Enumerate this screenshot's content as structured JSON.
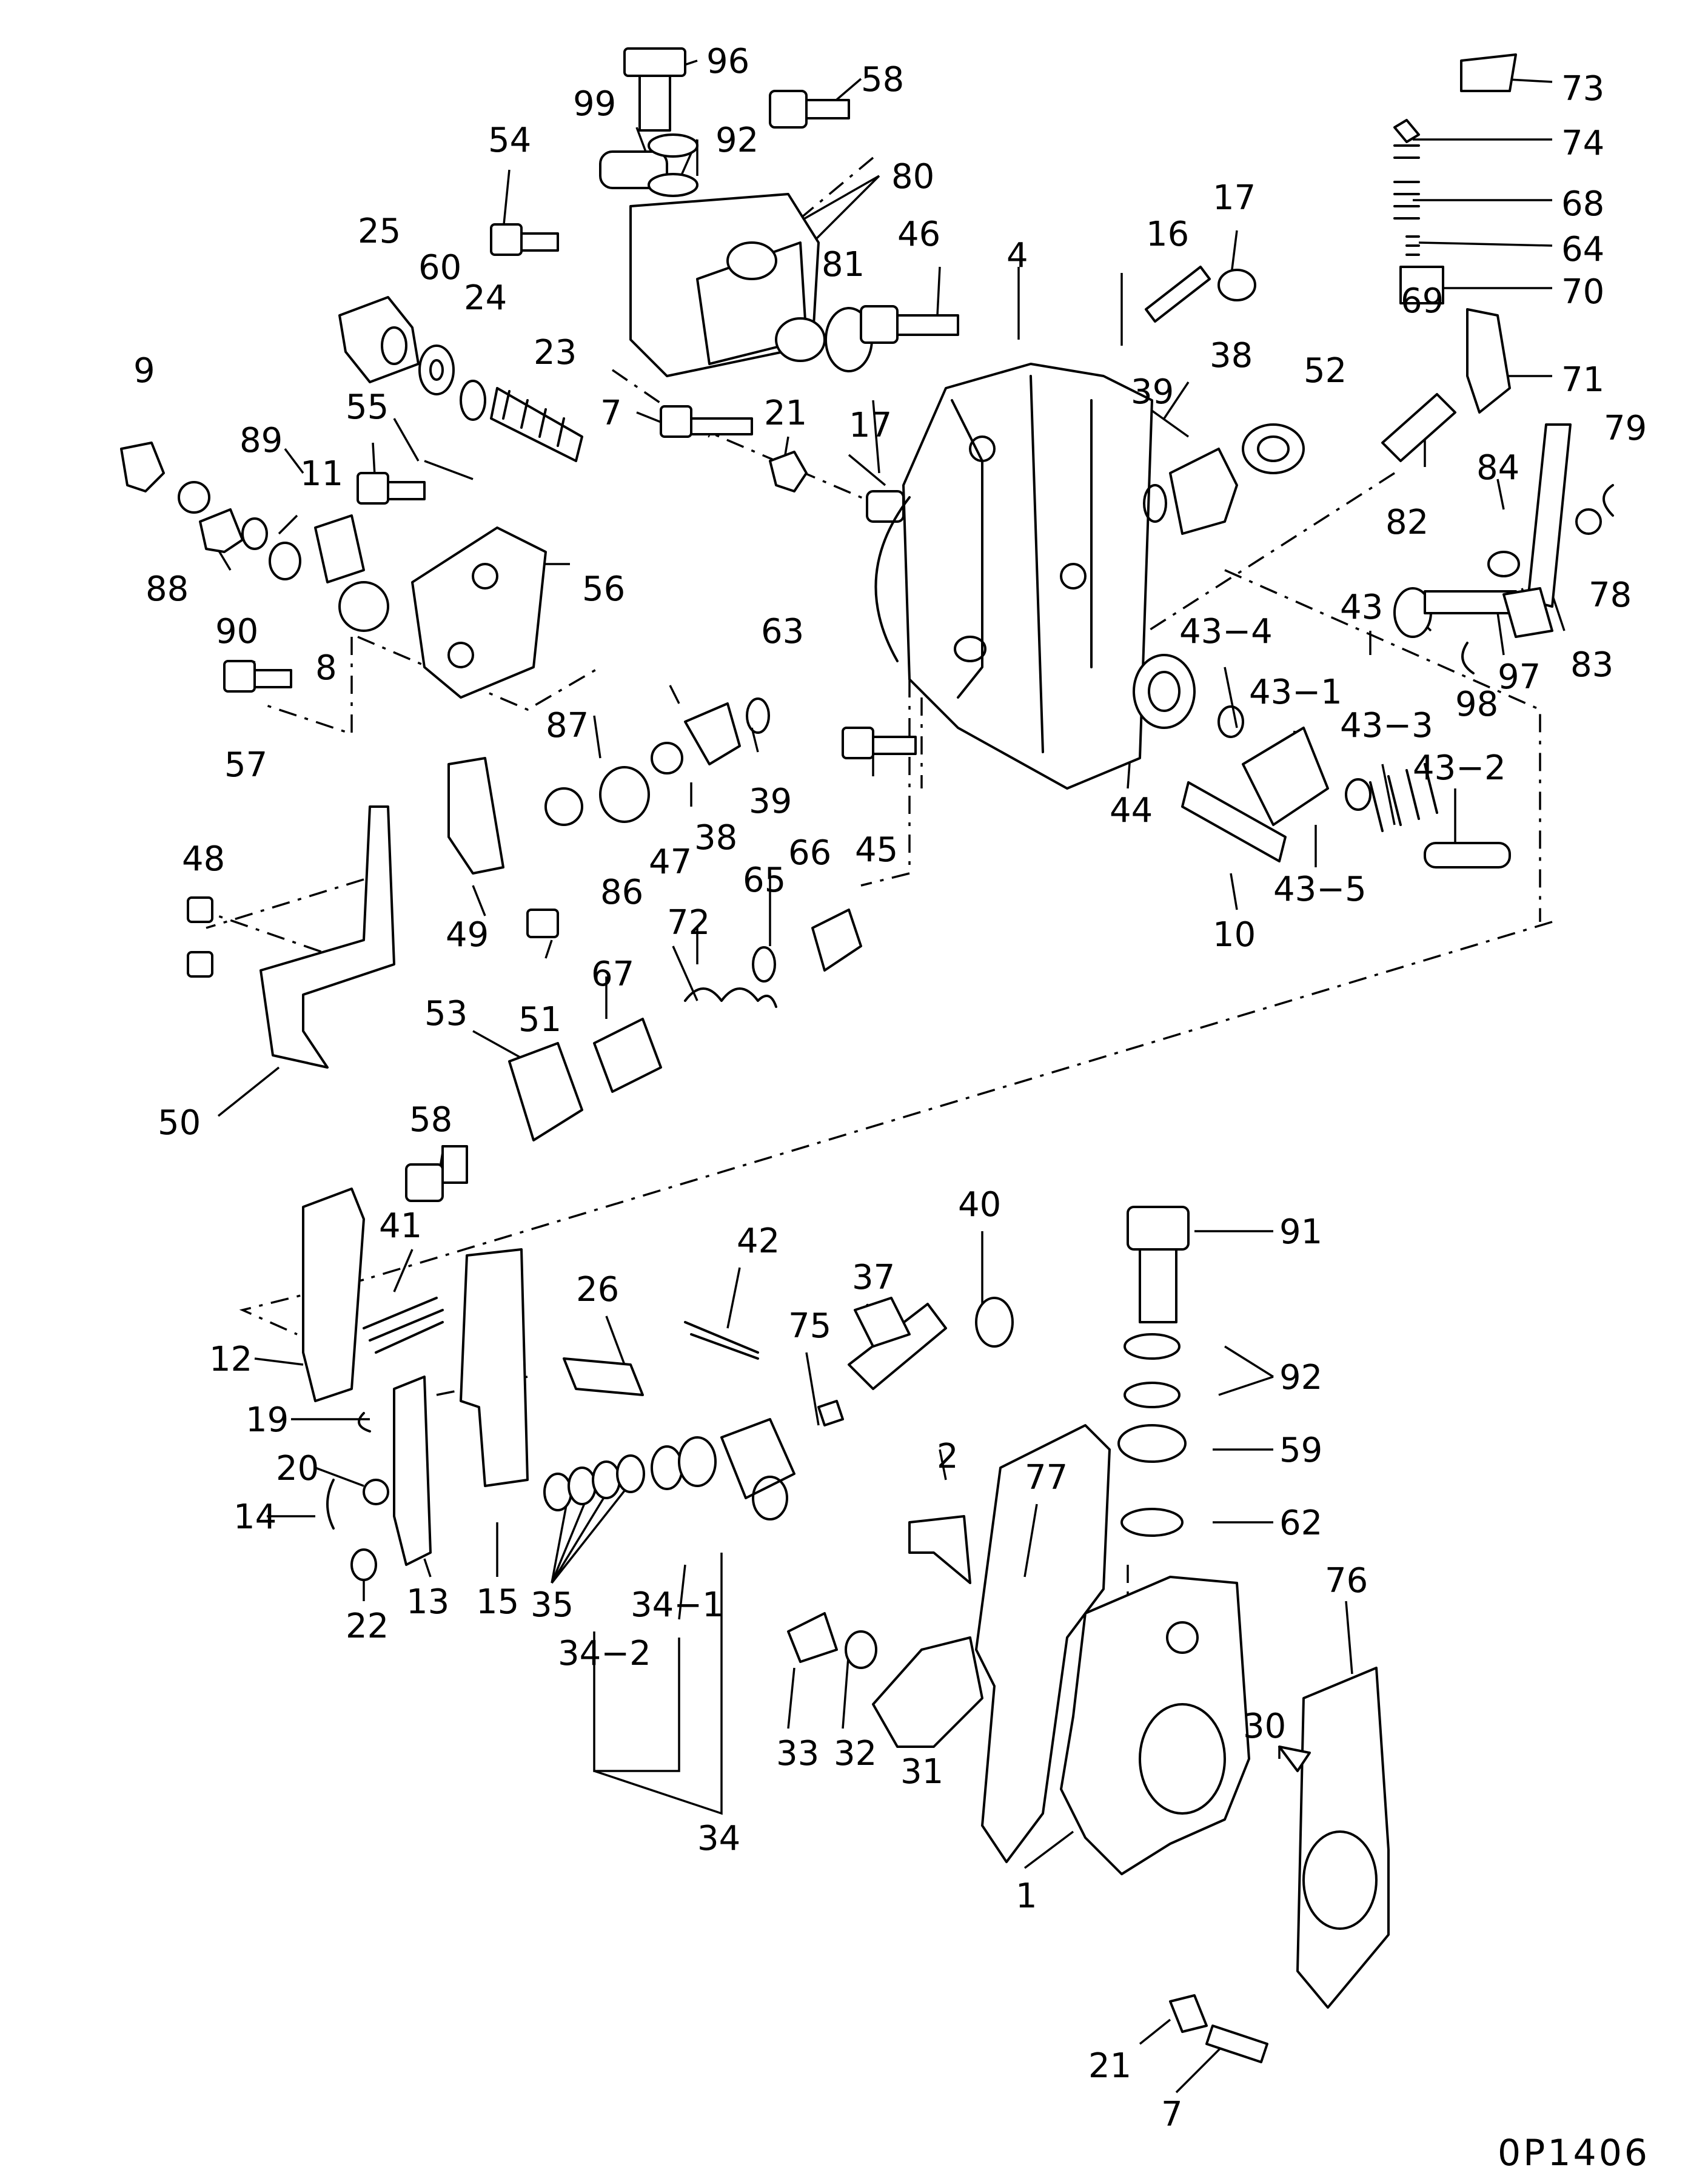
{
  "diagram_code": "0P1406",
  "labels": {
    "l96": "96",
    "l58a": "58",
    "l99": "99",
    "l92a": "92",
    "l80": "80",
    "l54": "54",
    "l25": "25",
    "l60": "60",
    "l24": "24",
    "l23": "23",
    "l81": "81",
    "l46": "46",
    "l4": "4",
    "l16": "16",
    "l17a": "17",
    "l17b": "17",
    "l9": "9",
    "l89": "89",
    "l55": "55",
    "l11": "11",
    "l88": "88",
    "l90": "90",
    "l8": "8",
    "l56": "56",
    "l57": "57",
    "l7a": "7",
    "l21a": "21",
    "l63": "63",
    "l39a": "39",
    "l38a": "38",
    "l52": "52",
    "l69": "69",
    "l73": "73",
    "l74": "74",
    "l68": "68",
    "l64": "64",
    "l70": "70",
    "l71": "71",
    "l79": "79",
    "l84": "84",
    "l82": "82",
    "l78": "78",
    "l43": "43",
    "l43_4": "43−4",
    "l43_1": "43−1",
    "l43_3": "43−3",
    "l43_2": "43−2",
    "l43_5": "43−5",
    "l97": "97",
    "l83": "83",
    "l98": "98",
    "l44": "44",
    "l10": "10",
    "l87": "87",
    "l86": "86",
    "l47": "47",
    "l38b": "38",
    "l39b": "39",
    "l45": "45",
    "l66": "66",
    "l65": "65",
    "l72": "72",
    "l67": "67",
    "l48": "48",
    "l49": "49",
    "l51": "51",
    "l53": "53",
    "l50": "50",
    "l58b": "58",
    "l41": "41",
    "l42": "42",
    "l26": "26",
    "l37": "37",
    "l75": "75",
    "l40": "40",
    "l91": "91",
    "l92b": "92",
    "l59": "59",
    "l62": "62",
    "l12": "12",
    "l19": "19",
    "l20": "20",
    "l14": "14",
    "l22": "22",
    "l13": "13",
    "l15": "15",
    "l35": "35",
    "l34_1": "34−1",
    "l34_2": "34−2",
    "l34": "34",
    "l2": "2",
    "l77": "77",
    "l76": "76",
    "l33": "33",
    "l32": "32",
    "l31": "31",
    "l30": "30",
    "l1": "1",
    "l21b": "21",
    "l7b": "7"
  }
}
